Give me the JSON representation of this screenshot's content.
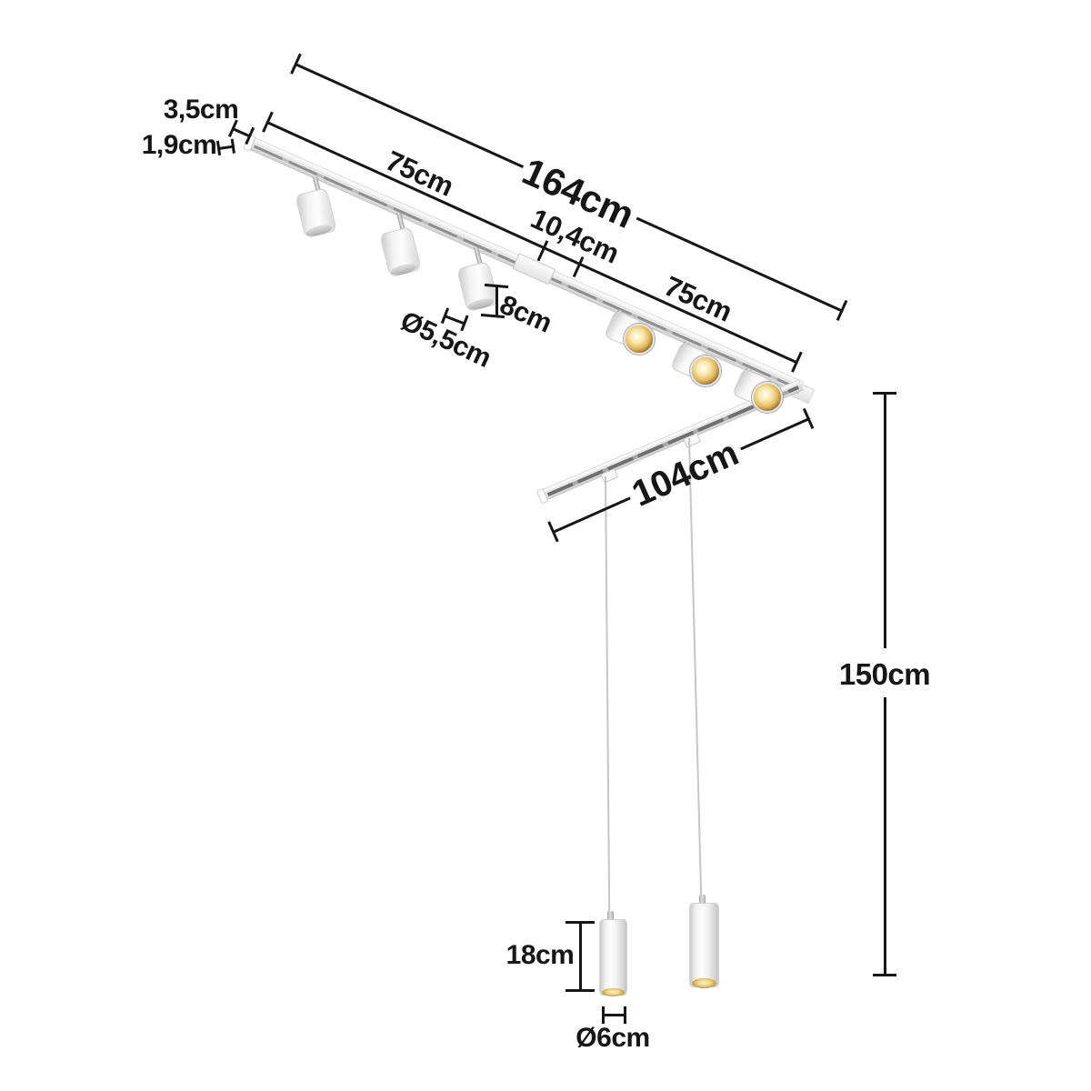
{
  "diagram": {
    "type": "product-dimension-diagram",
    "subject": "L-shaped ceiling track lighting system with six spotlights and two pendant cylinders",
    "colors": {
      "dimension_line": "#161616",
      "background": "#ffffff",
      "fixture_body": "#f2f2f2",
      "fixture_shade": "#d6d6d6",
      "track_groove": "#7a7a7a",
      "warm_light": "#eccd7f"
    }
  },
  "labels": {
    "total_length": "164cm",
    "segment_left": "75cm",
    "connector_length": "10,4cm",
    "segment_right": "75cm",
    "branch_length": "104cm",
    "suspension_height": "150cm",
    "rail_width": "3,5cm",
    "rail_thickness": "1,9cm",
    "spot_diameter": "Ø5,5cm",
    "spot_height": "8cm",
    "pendant_height": "18cm",
    "pendant_diameter": "Ø6cm"
  }
}
